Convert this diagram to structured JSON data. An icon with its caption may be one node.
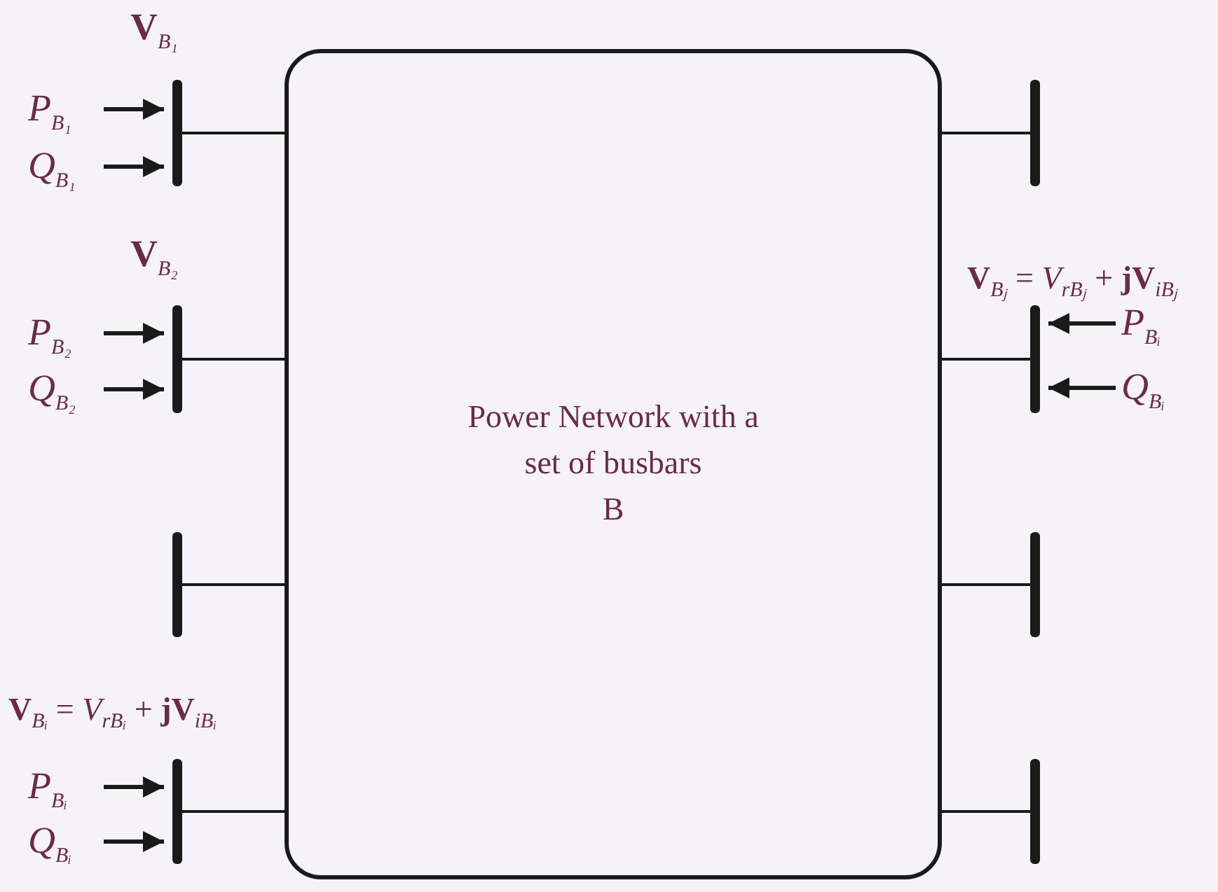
{
  "diagram": {
    "nodes": [
      {
        "text": [
          "Power Network with a set of busbars",
          "B"
        ]
      },
      {
        "text": [
          "P$_{B₁}$"
        ]
      },
      {
        "text": [
          "Q$_{B₁}$"
        ]
      },
      {
        "text": [],
        "shape": "bar",
        "beside": [
          "**V**$_{B₁}$"
        ]
      },
      {
        "text": [
          "P$_{B₂}$"
        ]
      },
      {
        "text": [
          "Q$_{B₂}$"
        ]
      },
      {
        "text": [],
        "shape": "bar",
        "beside": [
          "**V**$_{B₂}$"
        ]
      },
      {
        "text": [],
        "shape": "bar"
      },
      {
        "text": [
          "P$_{Bᵢ}$"
        ]
      },
      {
        "text": [
          "Q$_{Bᵢ}$"
        ]
      },
      {
        "text": [],
        "shape": "bar",
        "beside": [
          "**V**$_{Bᵢ}$ = *V*$_{rBᵢ}$ + **jV**$_{iBᵢ}$"
        ]
      },
      {
        "text": [],
        "shape": "bar"
      },
      {
        "text": [],
        "shape": "bar",
        "beside": [
          "**V**$_{Bⱼ}$ = *V*$_{rBⱼ}$ + **jV**$_{iBⱼ}$"
        ]
      },
      {
        "text": [
          "P$_{Bᵢ}$"
        ]
      },
      {
        "text": [
          "Q$_{Bᵢ}$"
        ]
      },
      {
        "text": [],
        "shape": "bar"
      },
      {
        "text": [],
        "shape": "bar"
      }
    ],
    "edges": [
      {
        "from": 1,
        "to": 3,
        "arrow": "to"
      },
      {
        "from": 2,
        "to": 3,
        "arrow": "to"
      },
      {
        "from": 3,
        "to": 0,
        "arrow": "none"
      },
      {
        "from": 4,
        "to": 6,
        "arrow": "to"
      },
      {
        "from": 5,
        "to": 6,
        "arrow": "to"
      },
      {
        "from": 6,
        "to": 0,
        "arrow": "none"
      },
      {
        "from": 7,
        "to": 0,
        "arrow": "none"
      },
      {
        "from": 8,
        "to": 10,
        "arrow": "to"
      },
      {
        "from": 9,
        "to": 10,
        "arrow": "to"
      },
      {
        "from": 10,
        "to": 0,
        "arrow": "none"
      },
      {
        "from": 11,
        "to": 0,
        "arrow": "none"
      },
      {
        "from": 12,
        "to": 0,
        "arrow": "none"
      },
      {
        "from": 13,
        "to": 12,
        "arrow": "to"
      },
      {
        "from": 14,
        "to": 12,
        "arrow": "to"
      },
      {
        "from": 15,
        "to": 0,
        "arrow": "none"
      },
      {
        "from": 16,
        "to": 0,
        "arrow": "none"
      }
    ]
  }
}
